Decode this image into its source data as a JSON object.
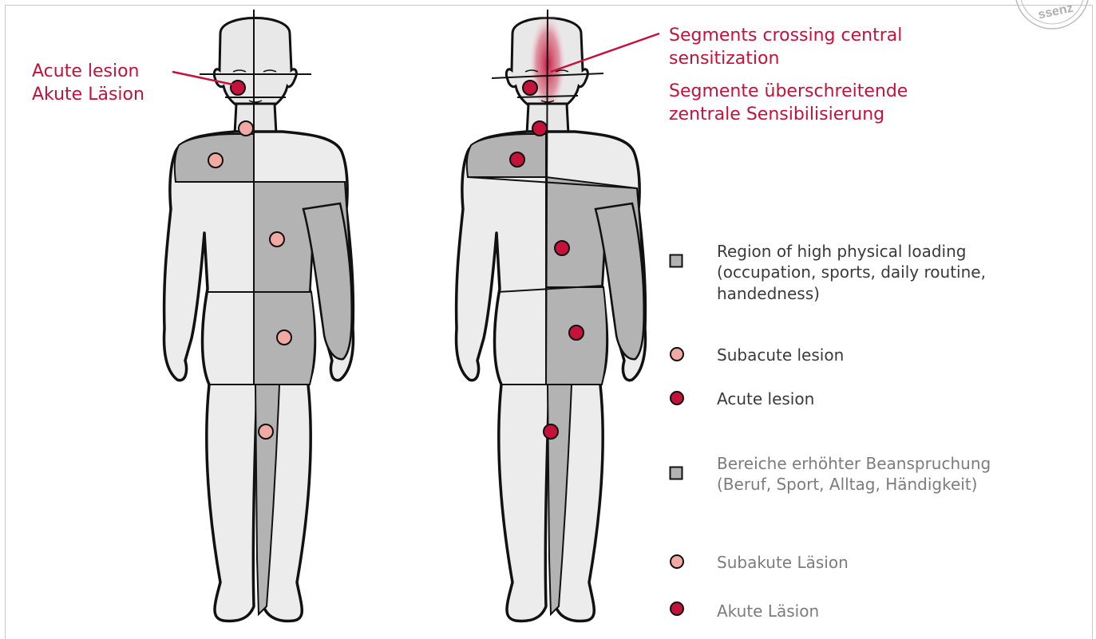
{
  "annotations": {
    "acute_lesion_en": "Acute lesion",
    "acute_lesion_de": "Akute Läsion",
    "segments_en_line1": "Segments crossing central",
    "segments_en_line2": "sensitization",
    "segments_de_line1": "Segmente überschreitende",
    "segments_de_line2": "zentrale Sensibilisierung"
  },
  "legend": {
    "high_loading_en_line1": "Region of high physical loading",
    "high_loading_en_line2": "(occupation, sports, daily routine,",
    "high_loading_en_line3": "handedness)",
    "subacute_en": "Subacute lesion",
    "acute_en": "Acute lesion",
    "high_loading_de_line1": "Bereiche erhöhter Beanspruchung",
    "high_loading_de_line2": "(Beruf, Sport, Alltag, Händigkeit)",
    "subacute_de": "Subakute Läsion",
    "acute_de": "Akute Läsion"
  },
  "watermark": "ssenz",
  "colors": {
    "accent_red": "#c4123a",
    "acute_lesion": "#c4123a",
    "subacute_lesion": "#f2a9a2",
    "region_light": "#ececec",
    "region_dark": "#b3b3b3",
    "outline": "#111111"
  }
}
